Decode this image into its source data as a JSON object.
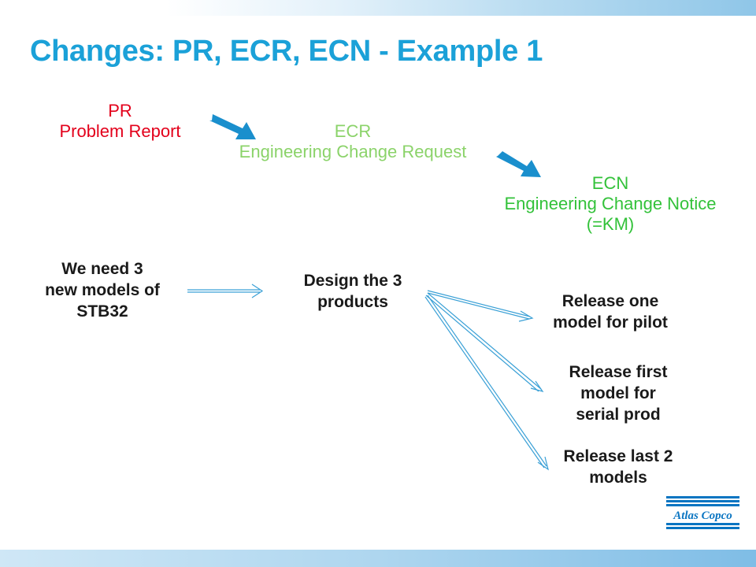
{
  "title": "Changes: PR, ECR, ECN - Example 1",
  "stages": {
    "pr": {
      "abbr": "PR",
      "full": "Problem Report"
    },
    "ecr": {
      "abbr": "ECR",
      "full": "Engineering Change Request"
    },
    "ecn": {
      "abbr": "ECN",
      "full": "Engineering Change Notice",
      "note": "(=KM)"
    }
  },
  "steps": {
    "need": "We need 3\nnew models of\nSTB32",
    "design": "Design the 3\nproducts",
    "release_pilot": "Release one\nmodel for pilot",
    "release_first": "Release first\nmodel for\nserial prod",
    "release_last": "Release last 2\nmodels"
  },
  "logo": {
    "text": "Atlas Copco"
  },
  "colors": {
    "title": "#1ba1d8",
    "pr": "#e3001b",
    "ecr": "#8bd36a",
    "ecn": "#33c23a",
    "big_arrow": "#1a8fcd",
    "thin_arrow": "#3aa0d6",
    "logo": "#0a75c2"
  },
  "icons": [
    "stage-arrow-icon",
    "flow-arrow-icon",
    "atlas-copco-logo-icon"
  ]
}
